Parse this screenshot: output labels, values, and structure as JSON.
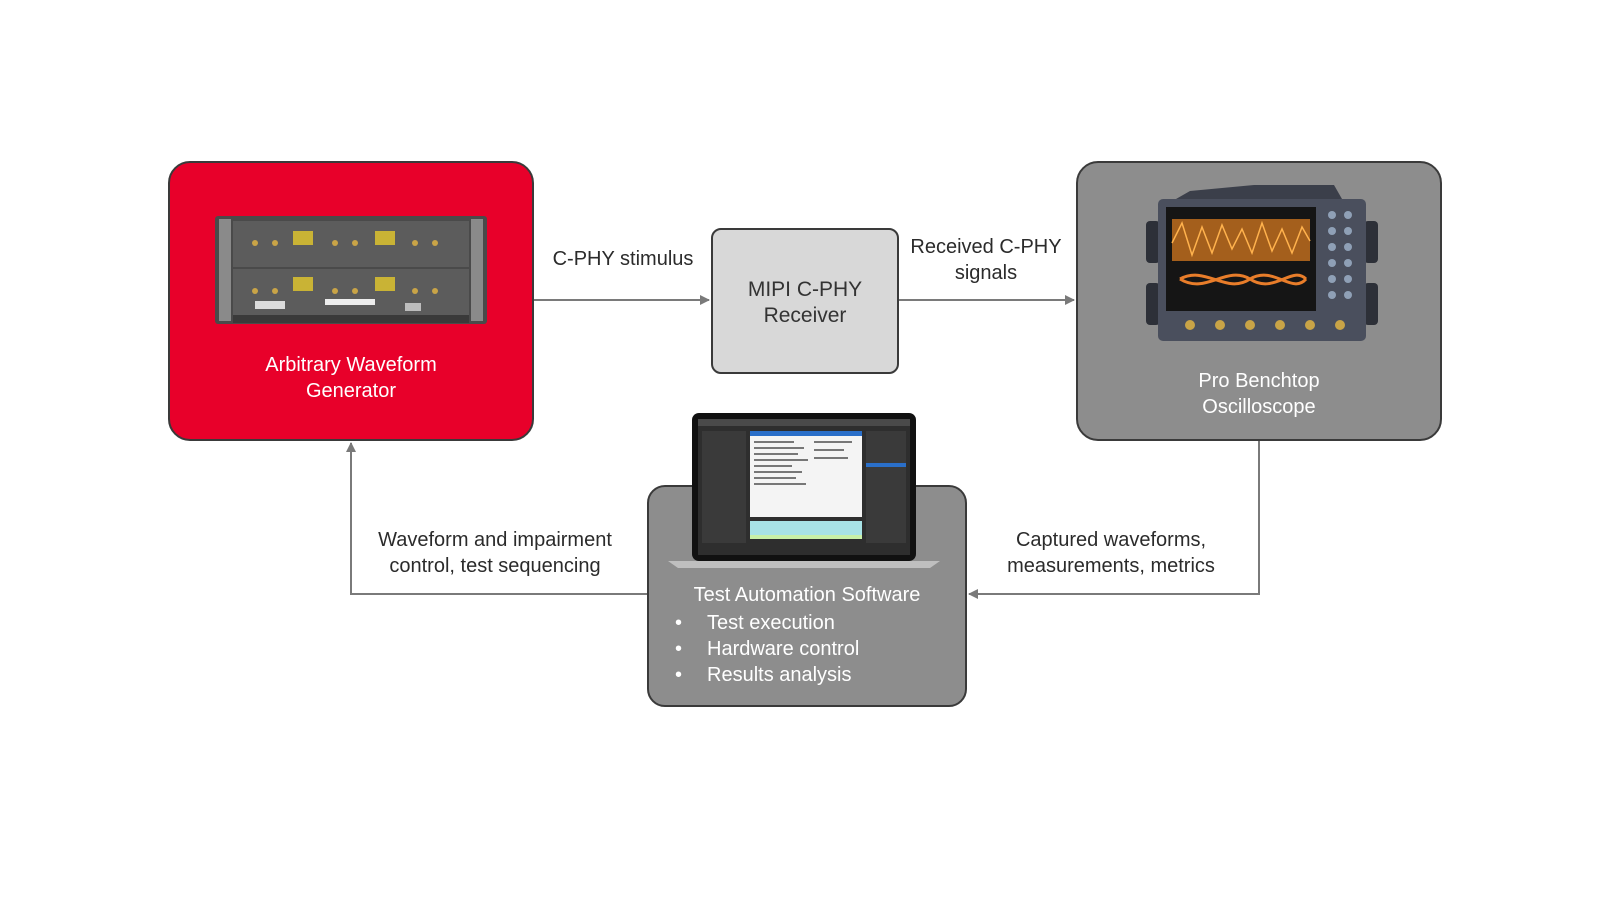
{
  "nodes": {
    "awg": {
      "label_line1": "Arbitrary Waveform",
      "label_line2": "Generator",
      "color": "#e8002a"
    },
    "receiver": {
      "label_line1": "MIPI C-PHY",
      "label_line2": "Receiver",
      "color": "#d8d8d8"
    },
    "oscilloscope": {
      "label_line1": "Pro Benchtop",
      "label_line2": "Oscilloscope",
      "color": "#8d8d8d"
    },
    "software": {
      "title": "Test Automation Software",
      "bullets": [
        "Test execution",
        "Hardware control",
        "Results analysis"
      ],
      "color": "#8d8d8d"
    }
  },
  "edges": {
    "awg_to_receiver": "C-PHY stimulus",
    "receiver_to_scope_line1": "Received C-PHY",
    "receiver_to_scope_line2": "signals",
    "scope_to_software_line1": "Captured waveforms,",
    "scope_to_software_line2": "measurements, metrics",
    "software_to_awg_line1": "Waveform and impairment",
    "software_to_awg_line2": "control, test sequencing"
  },
  "icons": {
    "awg": "awg-instrument-image",
    "oscilloscope": "oscilloscope-instrument-image",
    "software": "laptop-software-image"
  },
  "colors": {
    "connector": "#7a7a7a",
    "box_border": "#3a3a3a"
  }
}
